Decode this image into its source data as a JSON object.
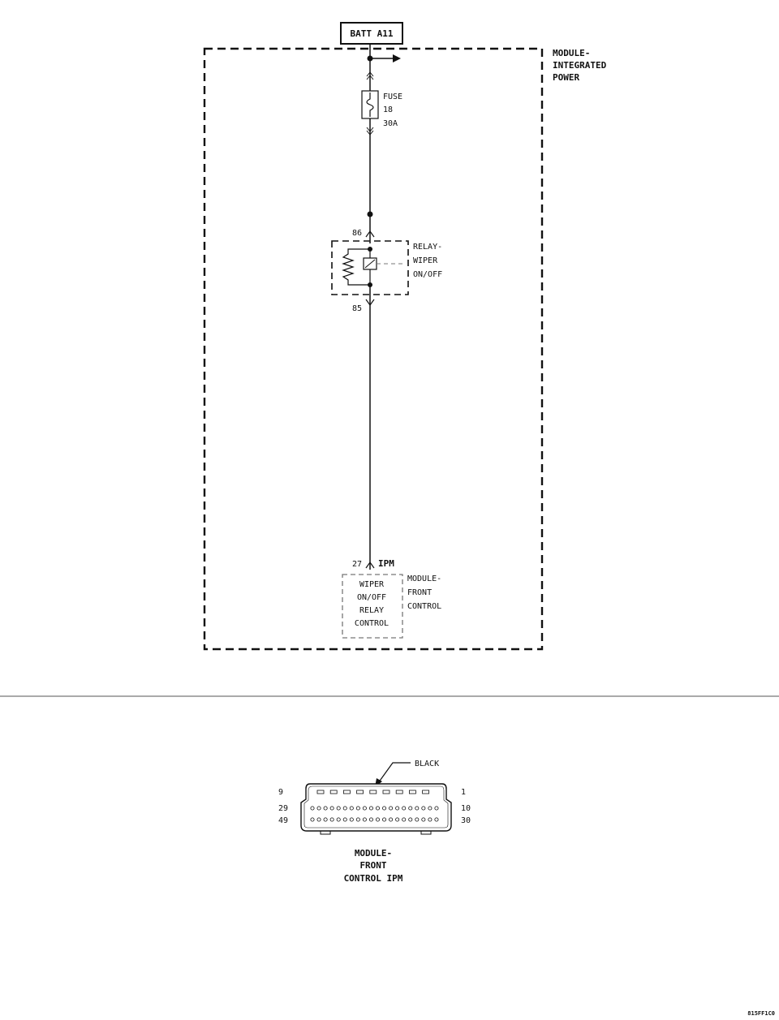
{
  "battery_box": {
    "label": "BATT A11"
  },
  "integrated_power_module": {
    "label_lines": [
      "MODULE-",
      "INTEGRATED",
      "POWER"
    ]
  },
  "fuse": {
    "label_lines": [
      "FUSE",
      "18",
      "30A"
    ]
  },
  "relay": {
    "label_lines": [
      "RELAY-",
      "WIPER",
      "ON/OFF"
    ],
    "pin_top": "86",
    "pin_bottom": "85"
  },
  "front_control_module": {
    "pin": "27",
    "connector": "IPM",
    "inner_label_lines": [
      "WIPER",
      "ON/OFF",
      "RELAY",
      "CONTROL"
    ],
    "label_lines": [
      "MODULE-",
      "FRONT",
      "CONTROL"
    ]
  },
  "connector_view": {
    "color_label": "BLACK",
    "row_top": {
      "left": "9",
      "right": "1"
    },
    "row_mid": {
      "left": "29",
      "right": "10"
    },
    "row_bottom": {
      "left": "49",
      "right": "30"
    },
    "caption_lines": [
      "MODULE-",
      "FRONT",
      "CONTROL IPM"
    ]
  },
  "figure_id": "815FF1C0"
}
